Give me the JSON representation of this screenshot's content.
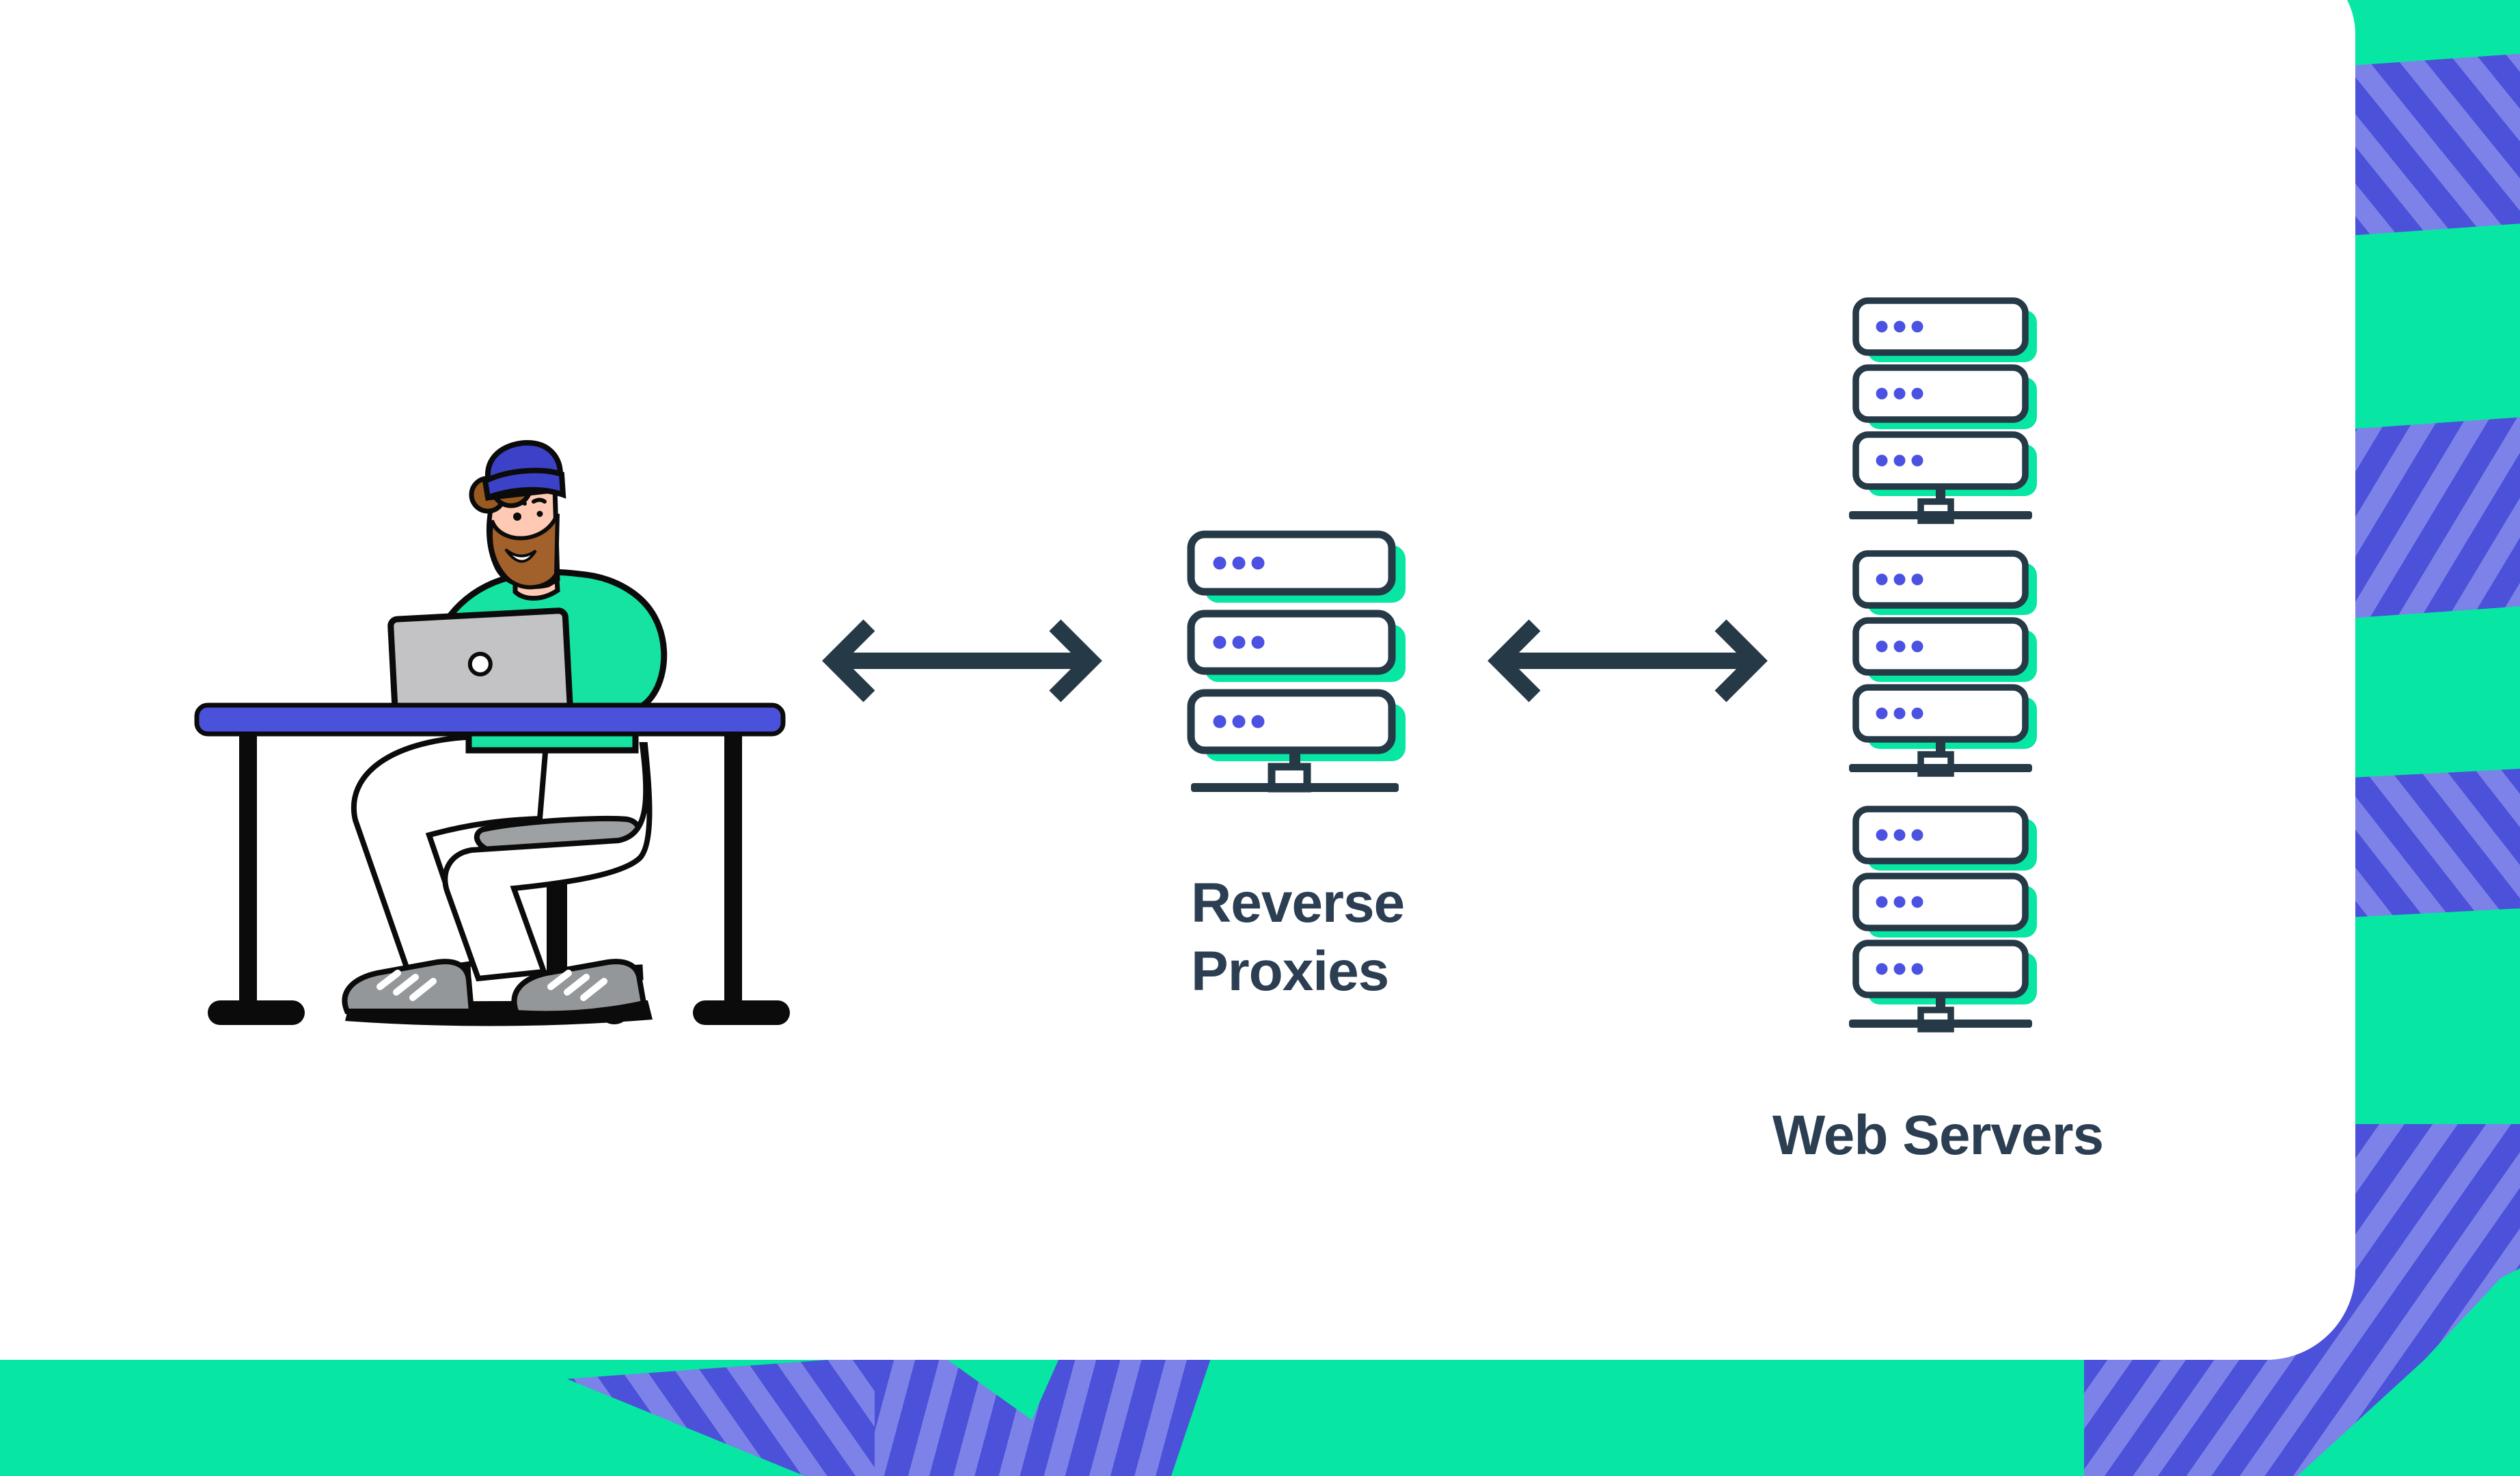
{
  "labels": {
    "reverse_proxies_lines": [
      "Reverse",
      "Proxies"
    ],
    "reverse_proxies": "Reverse Proxies",
    "web_servers": "Web Servers"
  },
  "diagram": {
    "type": "architecture-diagram",
    "nodes": [
      {
        "id": "client",
        "name": "person-working-on-laptop-at-desk",
        "icon": "person-at-laptop-illustration",
        "label": ""
      },
      {
        "id": "reverse-proxies",
        "label": "Reverse Proxies",
        "icon": "server-stack-icon",
        "server_count": 3
      },
      {
        "id": "web-servers",
        "label": "Web Servers",
        "icon": "server-rack-icon",
        "racks": 3,
        "servers_per_rack": 3,
        "server_count": 9
      }
    ],
    "edges": [
      {
        "from": "client",
        "to": "reverse-proxies",
        "type": "bidirectional",
        "icon": "double-headed-arrow-icon"
      },
      {
        "from": "reverse-proxies",
        "to": "web-servers",
        "type": "bidirectional",
        "icon": "double-headed-arrow-icon"
      }
    ]
  },
  "colors": {
    "background_green": "#07E6A3",
    "purple_dark": "#4B51D8",
    "purple_light": "#7D82E8",
    "card_white": "#FFFFFF",
    "icon_navy": "#263947",
    "text_navy": "#2C3F52",
    "server_dot_blue": "#4B52E2",
    "desk_blue": "#4A52DB",
    "beanie_blue": "#3B42C8",
    "sock_blue": "#3C47CE",
    "laptop_gray": "#C3C3C5",
    "stool_gray": "#9EA1A3",
    "shoe_gray": "#94979A",
    "skin": "#FFC9B3",
    "hair_brown": "#9A5A1F",
    "beard_brown": "#A2602A"
  },
  "icons": [
    "server-stack-icon",
    "server-rack-icon",
    "double-headed-arrow-icon",
    "person-at-laptop-illustration"
  ]
}
